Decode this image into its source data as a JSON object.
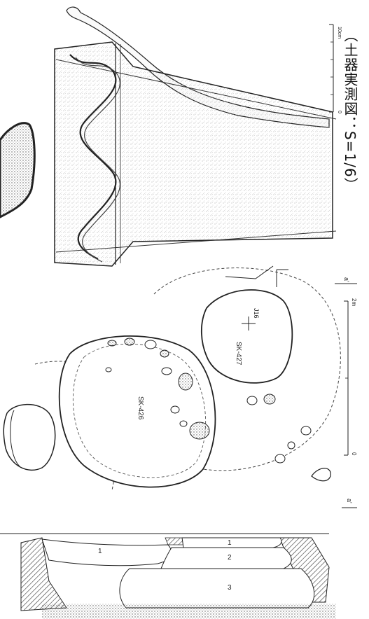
{
  "caption": "（土器実測図：S=1/6）",
  "pottery_scale": {
    "top_label": "10cm",
    "bottom_label": "0"
  },
  "plan": {
    "pit_labels": [
      "SK-426",
      "SK-427"
    ],
    "grid_label": "J16",
    "section_marker": "a'",
    "scale_top_label": "2m",
    "scale_bottom_label": "0"
  },
  "section": {
    "marker": "a'",
    "layers": [
      "1",
      "2",
      "3",
      "1"
    ]
  }
}
